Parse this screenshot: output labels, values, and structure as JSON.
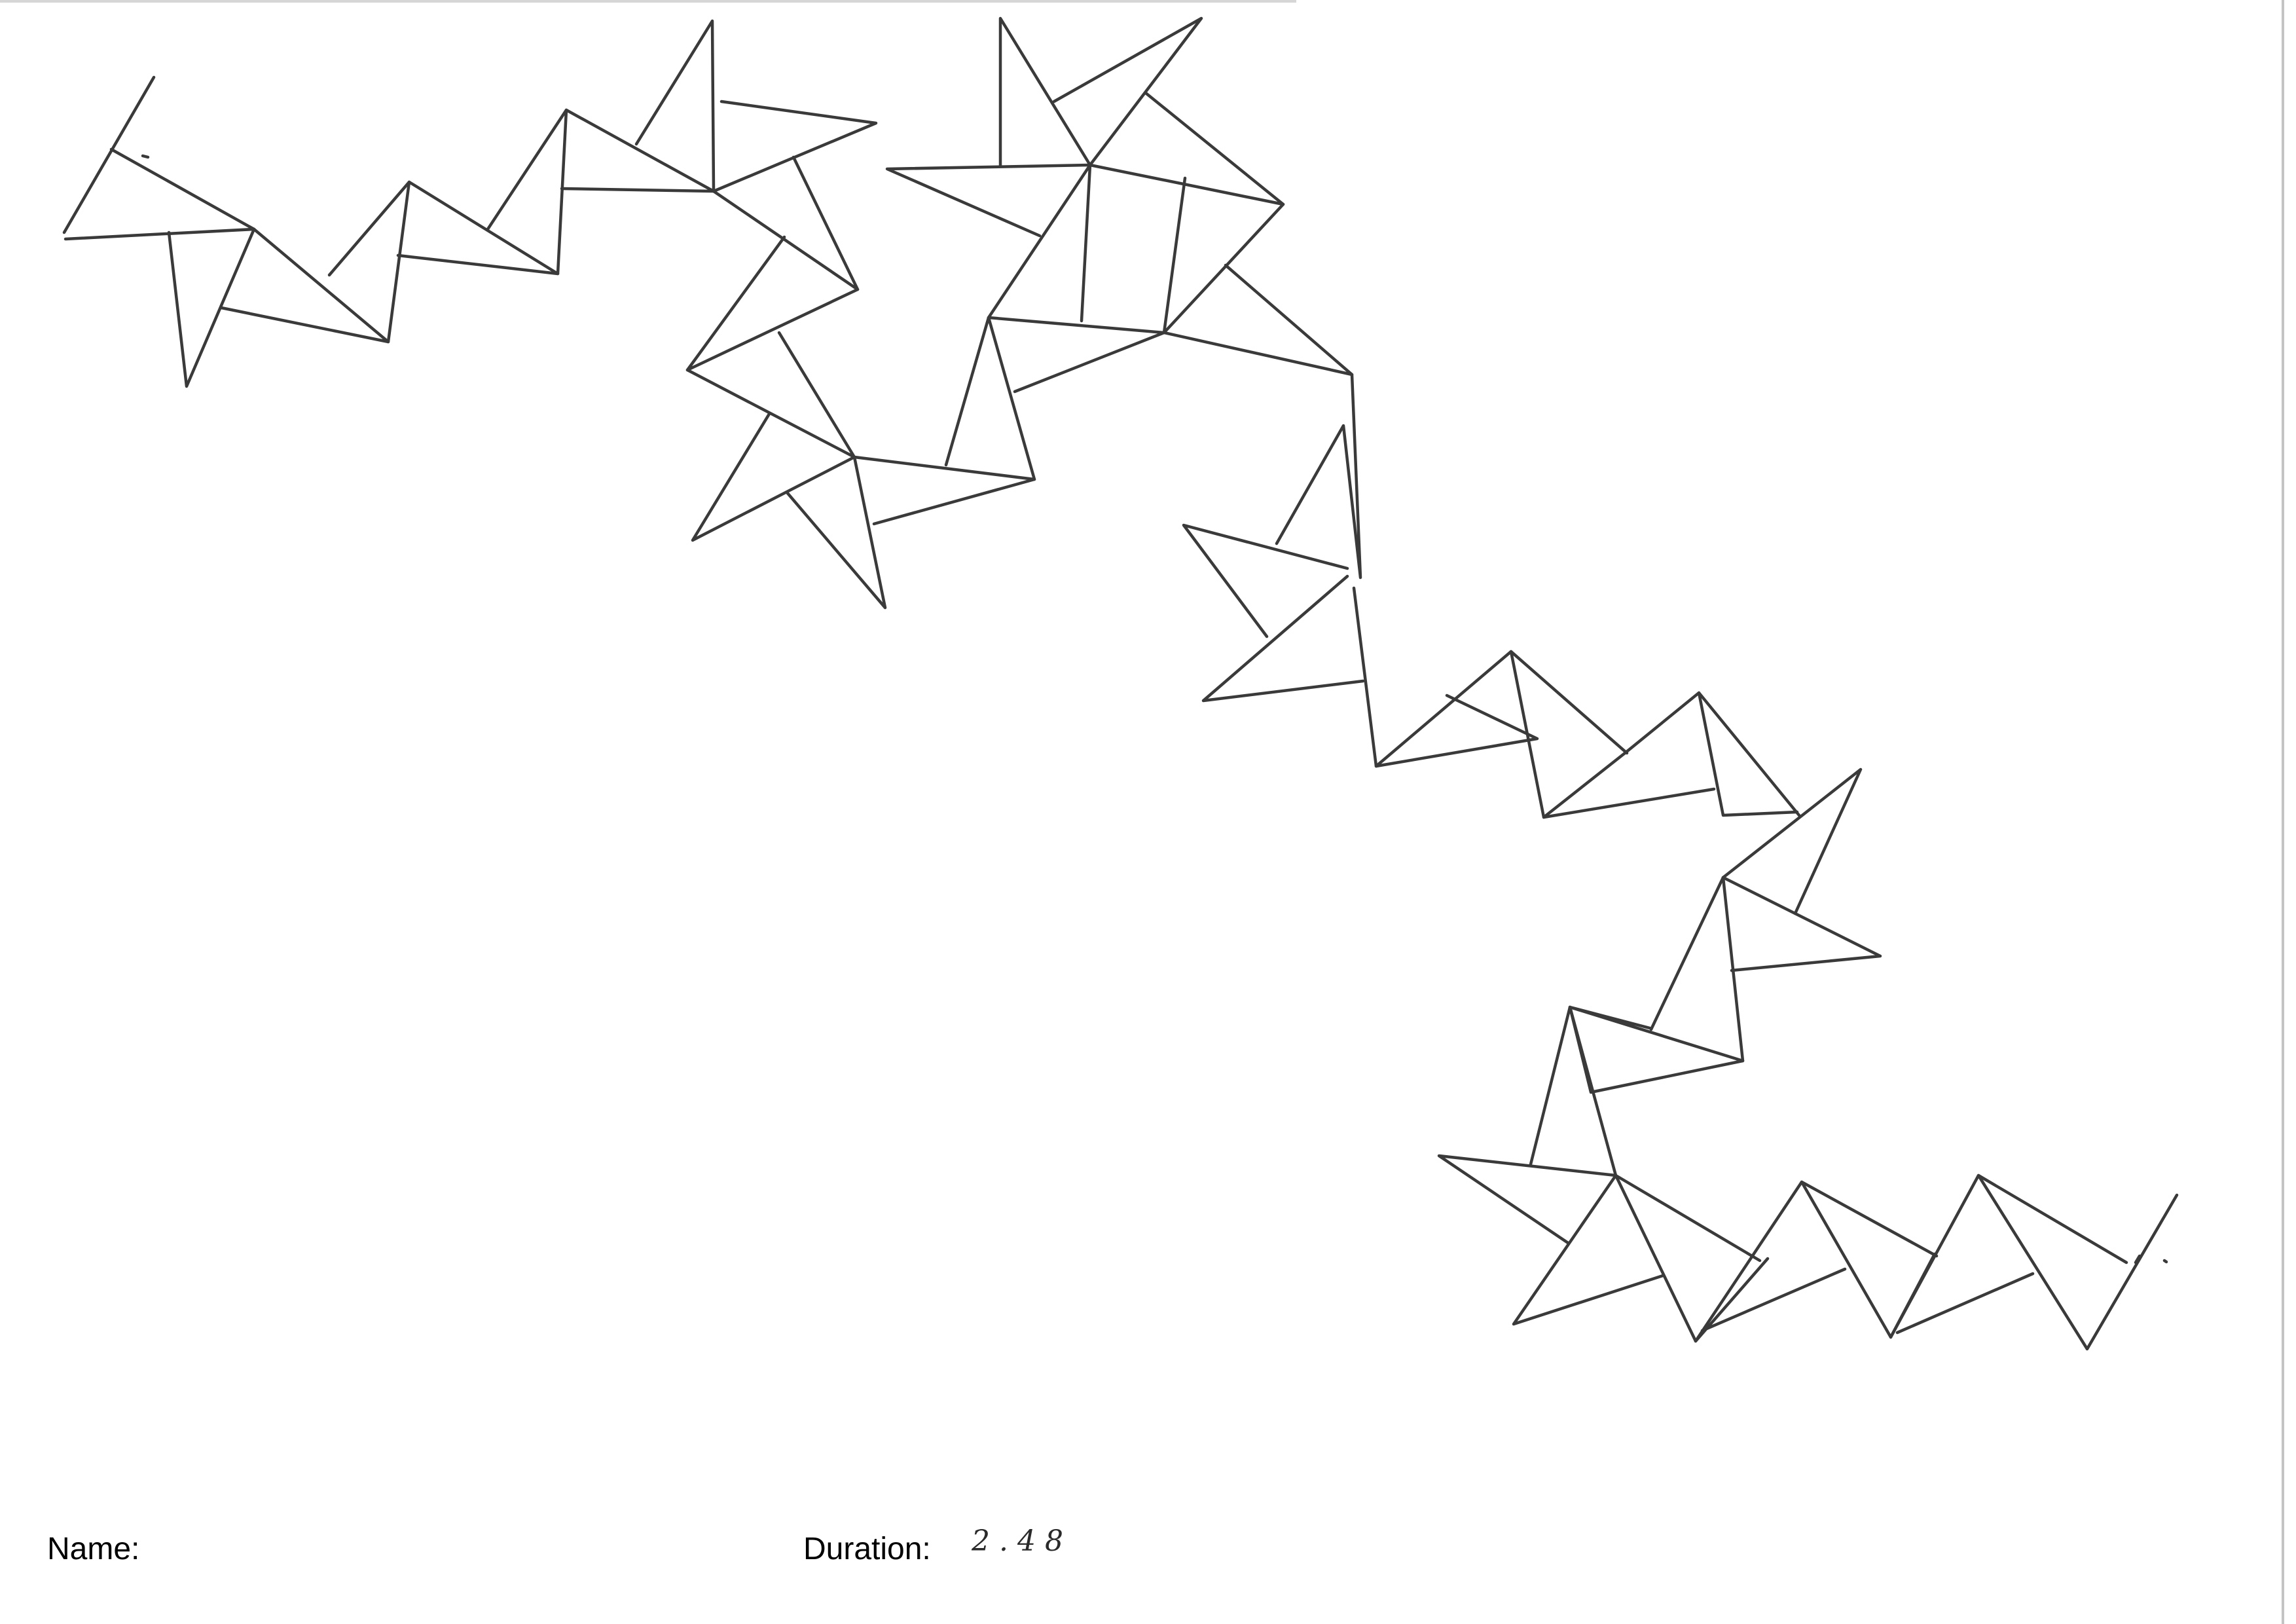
{
  "form": {
    "name_label": "Name:",
    "duration_label": "Duration:",
    "duration_value": "2.48",
    "name_value": ""
  },
  "drawing": {
    "subject": "chain of hand-drawn triangles",
    "stroke_color": "#3a3a3a",
    "background": "#ffffff"
  }
}
